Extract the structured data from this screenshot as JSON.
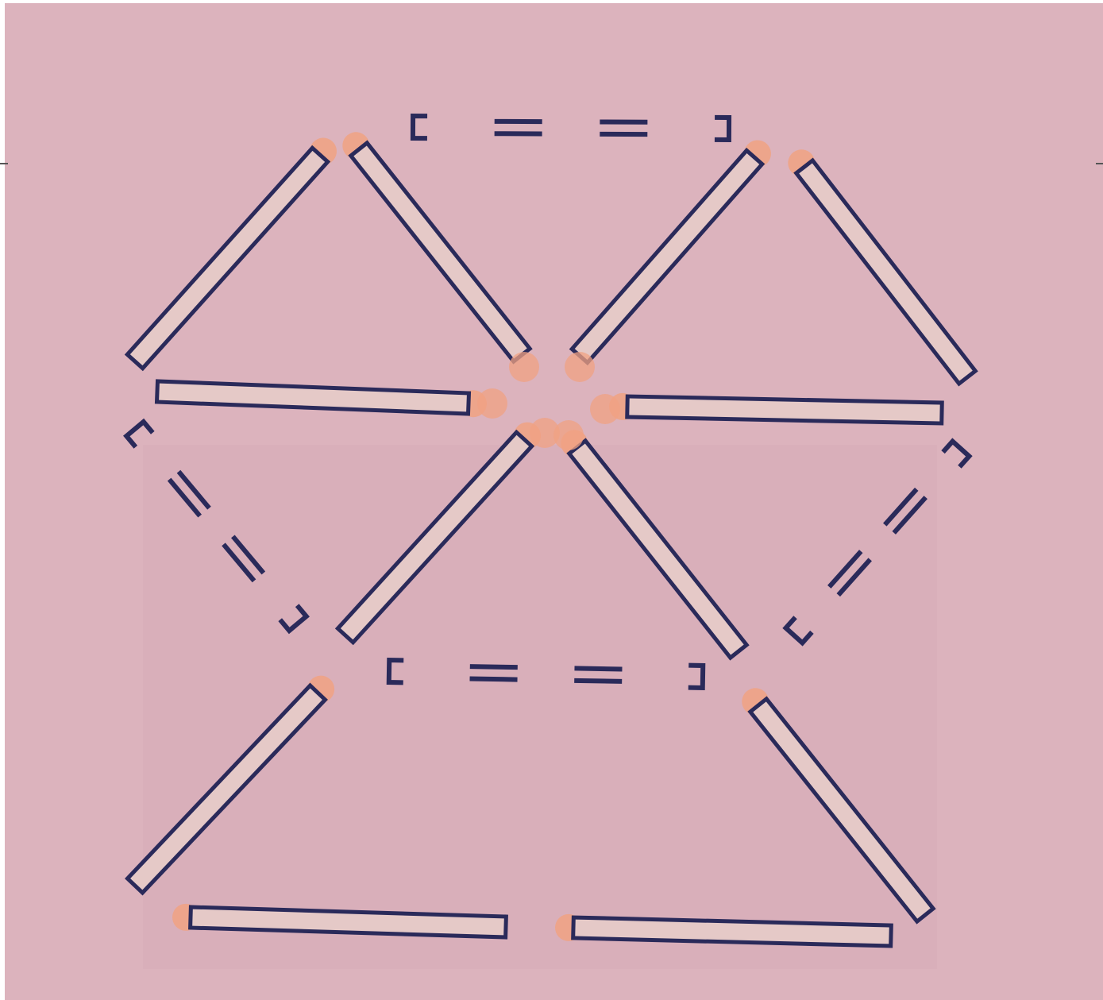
{
  "colors": {
    "paper": "#dcb3bd",
    "paper_shade": "#d4aab5",
    "frame": "#ffffff",
    "ink": "#2a2a5a",
    "stick_fill": "#e5c9c7",
    "match_head": "#f0a283"
  },
  "puzzle": {
    "matchsticks": [
      {
        "id": "stick-top-left-outer"
      },
      {
        "id": "stick-top-left-inner"
      },
      {
        "id": "stick-top-right-inner"
      },
      {
        "id": "stick-top-right-outer"
      },
      {
        "id": "stick-middle-left"
      },
      {
        "id": "stick-middle-right"
      },
      {
        "id": "stick-lower-diagonal-left"
      },
      {
        "id": "stick-lower-diagonal-right"
      },
      {
        "id": "stick-bottom-left-outer"
      },
      {
        "id": "stick-bottom-right-outer"
      },
      {
        "id": "stick-bottom-left"
      },
      {
        "id": "stick-bottom-right"
      }
    ],
    "dashed_outlines": [
      {
        "id": "dashed-top"
      },
      {
        "id": "dashed-left"
      },
      {
        "id": "dashed-right"
      },
      {
        "id": "dashed-center"
      }
    ]
  }
}
